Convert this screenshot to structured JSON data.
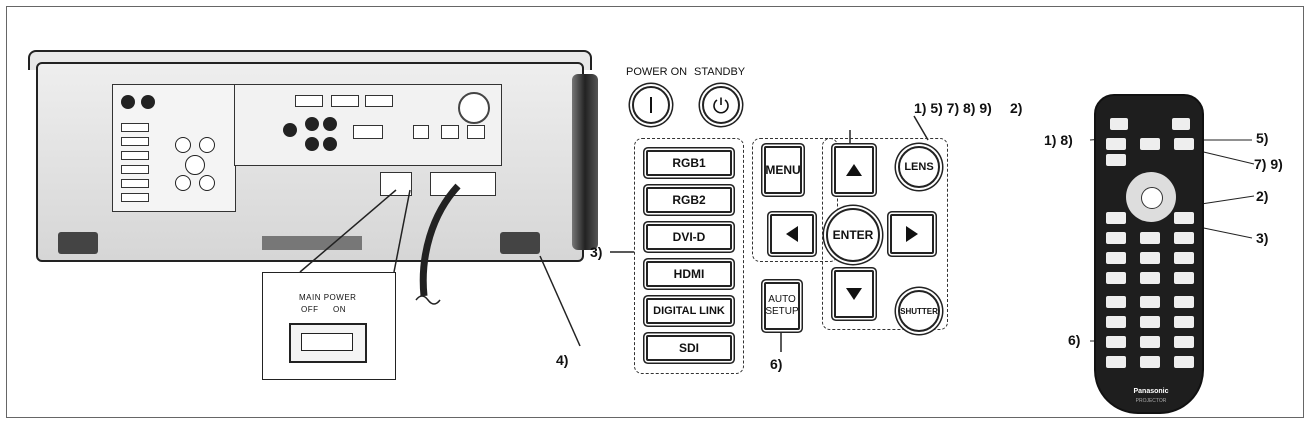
{
  "projector": {
    "switch_title": "MAIN POWER",
    "switch_off": "OFF",
    "switch_on": "ON"
  },
  "panel": {
    "power_on_label": "POWER ON",
    "standby_label": "STANDBY",
    "input_buttons": [
      "RGB1",
      "RGB2",
      "DVI-D",
      "HDMI",
      "DIGITAL LINK",
      "SDI"
    ],
    "menu": "MENU",
    "enter": "ENTER",
    "lens": "LENS",
    "shutter": "SHUTTER",
    "auto_setup_line1": "AUTO",
    "auto_setup_line2": "SETUP"
  },
  "callouts": {
    "lens_steps": "1) 5) 7) 8) 9)",
    "arrows_step": "2)",
    "inputs_step": "3)",
    "feet_step": "4)",
    "auto_setup_step": "6)",
    "remote_focus": "1) 8)",
    "remote_shift": "5)",
    "remote_zoom": "7) 9)",
    "remote_arrows": "2)",
    "remote_inputs": "3)",
    "remote_auto": "6)"
  },
  "remote": {
    "brand": "Panasonic",
    "sub": "PROJECTOR"
  },
  "icons": {
    "power": "power-icon",
    "standby": "standby-icon"
  }
}
